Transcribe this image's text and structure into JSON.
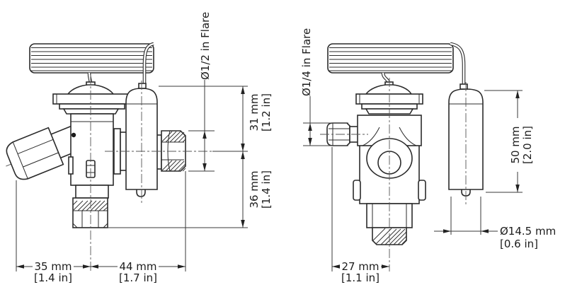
{
  "drawing": {
    "kind": "technical dimensional drawing",
    "subject": "thermostatic expansion valve, two views with sensing bulb",
    "colors": {
      "line": "#2b2b2b",
      "dimension_line": "#3a3a3a",
      "background": "#ffffff"
    }
  },
  "annotations": {
    "left_view": {
      "flare_label": "Ø1/2 in Flare",
      "dim_upper_mm": "31 mm",
      "dim_upper_in": "[1.2 in]",
      "dim_lower_mm": "36 mm",
      "dim_lower_in": "[1.4 in]",
      "dim_inlet_offset_mm": "35 mm",
      "dim_inlet_offset_in": "[1.4 in]",
      "dim_outlet_offset_mm": "44 mm",
      "dim_outlet_offset_in": "[1.7 in]"
    },
    "right_view": {
      "flare_label": "Ø1/4 in Flare",
      "dim_equalizer_offset_mm": "27 mm",
      "dim_equalizer_offset_in": "[1.1 in]",
      "dim_bulb_length_mm": "50 mm",
      "dim_bulb_length_in": "[2.0 in]",
      "dim_bulb_diameter_mm": "Ø14.5 mm",
      "dim_bulb_diameter_in": "[0.6 in]"
    }
  }
}
